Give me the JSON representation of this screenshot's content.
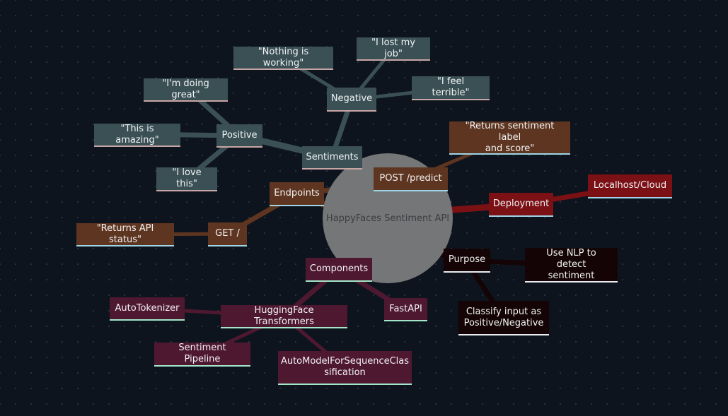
{
  "center": {
    "label": "HappyFaces Sentiment API"
  },
  "sentiments": {
    "label": "Sentiments",
    "positive": {
      "label": "Positive",
      "examples": [
        "\"I'm doing great\"",
        "\"This is amazing\"",
        "\"I love this\""
      ]
    },
    "negative": {
      "label": "Negative",
      "examples": [
        "\"Nothing is working\"",
        "\"I lost my job\"",
        "\"I feel terrible\""
      ]
    }
  },
  "endpoints": {
    "label": "Endpoints",
    "post": {
      "label": "POST /predict",
      "desc": "\"Returns sentiment label\nand score\""
    },
    "get": {
      "label": "GET /",
      "desc": "\"Returns API status\""
    }
  },
  "deployment": {
    "label": "Deployment",
    "target": "Localhost/Cloud"
  },
  "purpose": {
    "label": "Purpose",
    "items": [
      "Use NLP to detect\nsentiment",
      "Classify input as\nPositive/Negative"
    ]
  },
  "components": {
    "label": "Components",
    "fastapi": "FastAPI",
    "transformers": {
      "label": "HuggingFace Transformers",
      "items": [
        "AutoTokenizer",
        "Sentiment Pipeline",
        "AutoModelForSequenceClas\nsification"
      ]
    }
  },
  "colors": {
    "background": "#0d141d",
    "sentiments": "#3a5055",
    "endpoints": "#5e3520",
    "deployment": "#7b1015",
    "purpose": "#140405",
    "components": "#4f1831"
  }
}
